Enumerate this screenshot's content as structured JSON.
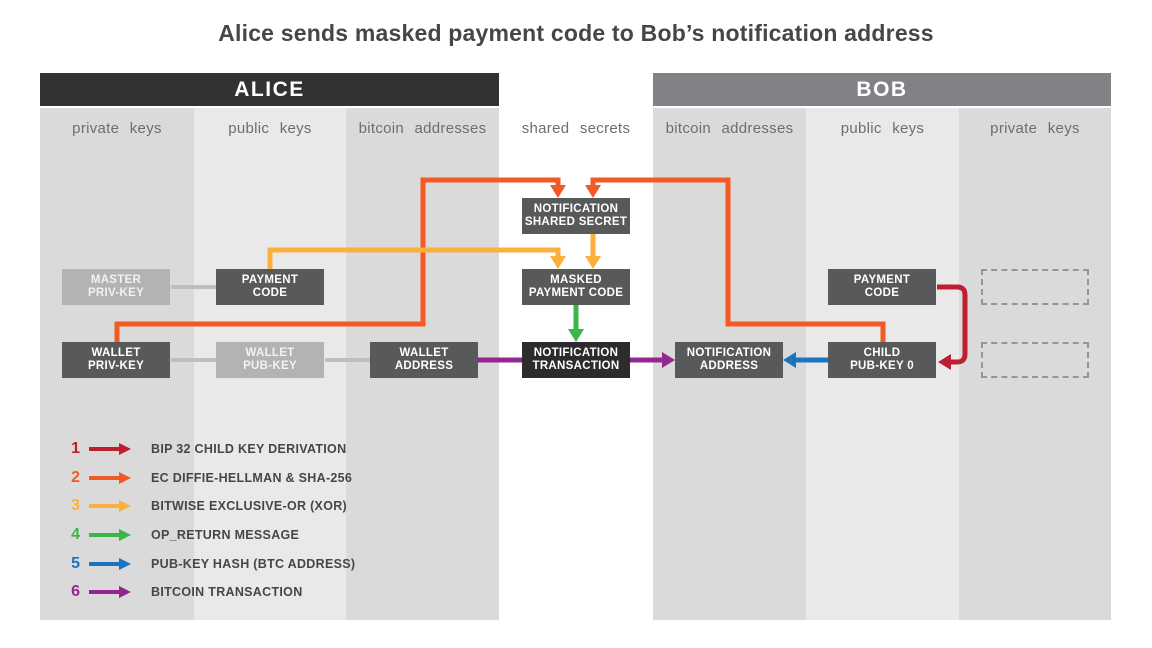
{
  "title": "Alice sends masked payment code to Bob’s notification address",
  "headers": {
    "alice": "ALICE",
    "bob": "BOB"
  },
  "columns": {
    "alice_private_keys": "private keys",
    "alice_public_keys": "public keys",
    "alice_bitcoin_addresses": "bitcoin addresses",
    "shared_secrets": "shared secrets",
    "bob_bitcoin_addresses": "bitcoin addresses",
    "bob_public_keys": "public keys",
    "bob_private_keys": "private keys"
  },
  "nodes": {
    "master_priv_key": {
      "line1": "MASTER",
      "line2": "PRIV-KEY"
    },
    "payment_code_alice": {
      "line1": "PAYMENT",
      "line2": "CODE"
    },
    "notification_shared_secret": {
      "line1": "NOTIFICATION",
      "line2": "SHARED SECRET"
    },
    "masked_payment_code": {
      "line1": "MASKED",
      "line2": "PAYMENT CODE"
    },
    "wallet_priv_key": {
      "line1": "WALLET",
      "line2": "PRIV-KEY"
    },
    "wallet_pub_key": {
      "line1": "WALLET",
      "line2": "PUB-KEY"
    },
    "wallet_address": {
      "line1": "WALLET",
      "line2": "ADDRESS"
    },
    "notification_transaction": {
      "line1": "NOTIFICATION",
      "line2": "TRANSACTION"
    },
    "notification_address": {
      "line1": "NOTIFICATION",
      "line2": "ADDRESS"
    },
    "child_pub_key_0": {
      "line1": "CHILD",
      "line2": "PUB-KEY 0"
    },
    "payment_code_bob": {
      "line1": "PAYMENT",
      "line2": "CODE"
    }
  },
  "legend": {
    "items": [
      {
        "num": "1",
        "color": "#be1e2d",
        "label": "BIP 32 CHILD KEY DERIVATION"
      },
      {
        "num": "2",
        "color": "#f15a24",
        "label": "EC DIFFIE-HELLMAN & SHA-256"
      },
      {
        "num": "3",
        "color": "#fbb03b",
        "label": "BITWISE EXCLUSIVE-OR (XOR)"
      },
      {
        "num": "4",
        "color": "#39b54a",
        "label": "OP_RETURN MESSAGE"
      },
      {
        "num": "5",
        "color": "#1c75bc",
        "label": "PUB-KEY HASH (BTC ADDRESS)"
      },
      {
        "num": "6",
        "color": "#93278f",
        "label": "BITCOIN TRANSACTION"
      }
    ]
  },
  "colors": {
    "red": "#be1e2d",
    "orange": "#f15a24",
    "yellow": "#fbb03b",
    "green": "#39b54a",
    "blue": "#1c75bc",
    "purple": "#93278f",
    "alice_header": "#333132",
    "bob_header": "#808285",
    "column_dark": "#dadadb",
    "column_light": "#e9e9ea",
    "box_dark": "#58595b",
    "box_light": "#b1b3b5",
    "box_black": "#2d2b2d",
    "connector_gray": "#bcbec0",
    "dashed_border": "#939598",
    "text_dark": "#464648",
    "col_label": "#6d6e71"
  }
}
